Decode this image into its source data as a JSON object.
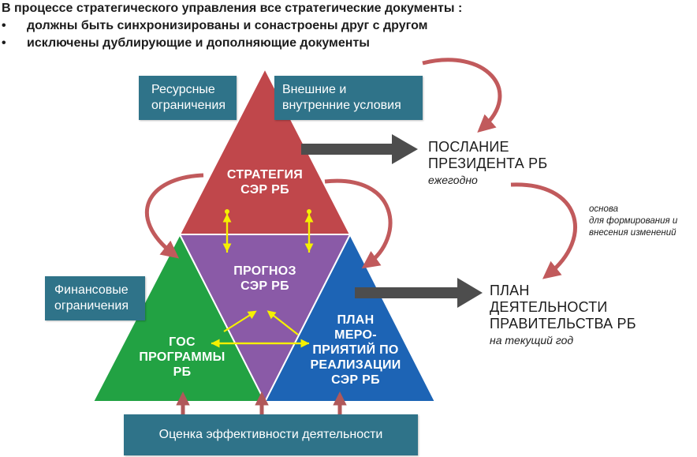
{
  "header": {
    "title": "В процессе стратегического управления все стратегические документы :",
    "bullet_symbol": "•",
    "bullets": [
      "должны быть синхронизированы и сонастроены друг с другом",
      "исключены дублирующие и дополняющие документы"
    ]
  },
  "boxes": {
    "resource": [
      "Ресурсные",
      "ограничения"
    ],
    "conditions": [
      "Внешние и",
      "внутренние условия"
    ],
    "financial": [
      "Финансовые",
      "ограничения"
    ],
    "evaluation": "Оценка эффективности деятельности"
  },
  "triangles": {
    "strategy": [
      "СТРАТЕГИЯ",
      "СЭР РБ"
    ],
    "forecast": [
      "ПРОГНОЗ",
      "СЭР РБ"
    ],
    "programs": [
      "ГОС",
      "ПРОГРАММЫ",
      "РБ"
    ],
    "plan": [
      "ПЛАН",
      "МЕРО-",
      "ПРИЯТИЙ ПО",
      "РЕАЛИЗАЦИИ",
      "СЭР РБ"
    ]
  },
  "outputs": {
    "message": {
      "lines": [
        "ПОСЛАНИЕ",
        "ПРЕЗИДЕНТА РБ"
      ],
      "sub": "ежегодно"
    },
    "gov_plan": {
      "lines": [
        "ПЛАН",
        "ДЕЯТЕЛЬНОСТИ",
        "ПРАВИТЕЛЬСТВА РБ"
      ],
      "sub": "на текущий год"
    }
  },
  "note": [
    "основа",
    "для формирования и",
    "внесения изменений"
  ],
  "colors": {
    "strategy": "#c0474b",
    "forecast": "#8a5aa7",
    "programs": "#22a243",
    "plan": "#1d64b5",
    "box": "#2f7389",
    "curve_arrow": "#c15a5c",
    "gray_arrow": "#4d4d4d",
    "yellow_arrow": "#f5f000"
  }
}
